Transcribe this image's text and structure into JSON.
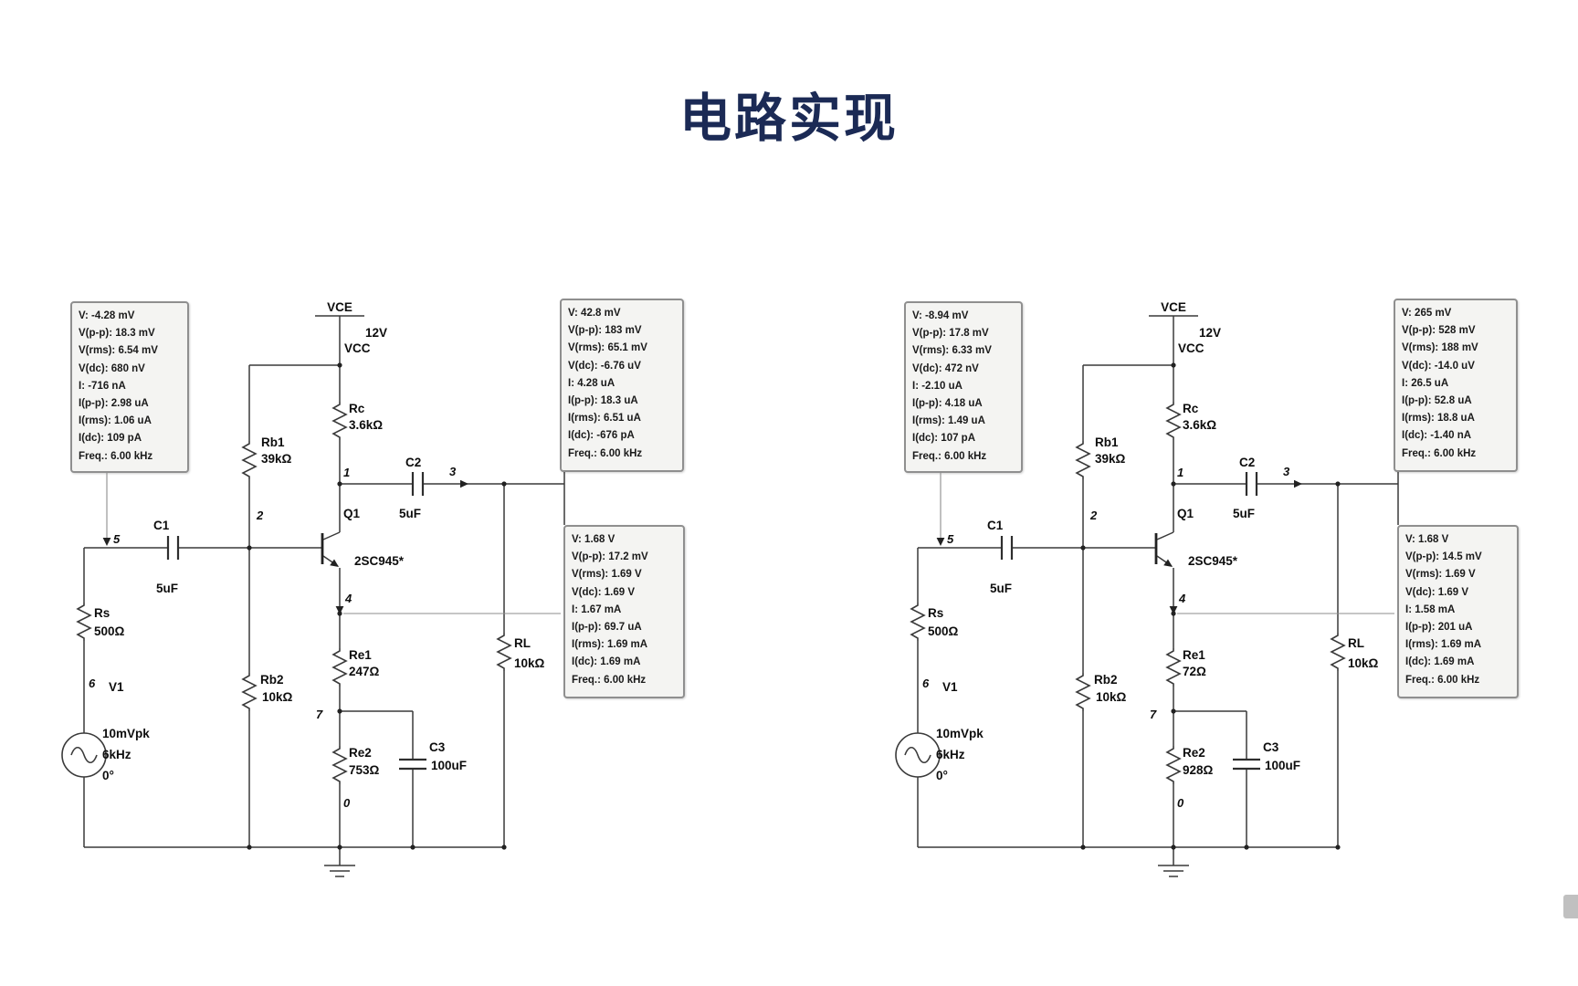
{
  "title": {
    "text": "电路实现",
    "color": "#1b2a55"
  },
  "circuits": [
    {
      "side": "left",
      "power": {
        "net_label": "VCE",
        "voltage": "12V",
        "name": "VCC"
      },
      "transistor": {
        "ref": "Q1",
        "model": "2SC945*"
      },
      "source": {
        "ref": "V1",
        "amplitude": "10mVpk",
        "frequency": "6kHz",
        "phase": "0°"
      },
      "resistors": {
        "rc": {
          "ref": "Rc",
          "value": "3.6kΩ"
        },
        "rb1": {
          "ref": "Rb1",
          "value": "39kΩ"
        },
        "rb2": {
          "ref": "Rb2",
          "value": "10kΩ"
        },
        "re1": {
          "ref": "Re1",
          "value": "247Ω"
        },
        "re2": {
          "ref": "Re2",
          "value": "753Ω"
        },
        "rl": {
          "ref": "RL",
          "value": "10kΩ"
        },
        "rs": {
          "ref": "Rs",
          "value": "500Ω"
        }
      },
      "capacitors": {
        "c1": {
          "ref": "C1",
          "value": "5uF"
        },
        "c2": {
          "ref": "C2",
          "value": "5uF"
        },
        "c3": {
          "ref": "C3",
          "value": "100uF"
        }
      },
      "nodes": {
        "n0": "0",
        "n1": "1",
        "n2": "2",
        "n3": "3",
        "n4": "4",
        "n5": "5",
        "n6": "6",
        "n7": "7"
      },
      "probes": {
        "input": {
          "lines": [
            "V: -4.28 mV",
            "V(p-p): 18.3 mV",
            "V(rms): 6.54 mV",
            "V(dc): 680 nV",
            "I: -716 nA",
            "I(p-p): 2.98 uA",
            "I(rms): 1.06 uA",
            "I(dc): 109 pA",
            "Freq.: 6.00 kHz"
          ]
        },
        "output": {
          "lines": [
            "V: 42.8 mV",
            "V(p-p): 183 mV",
            "V(rms): 65.1 mV",
            "V(dc): -6.76 uV",
            "I: 4.28 uA",
            "I(p-p): 18.3 uA",
            "I(rms): 6.51 uA",
            "I(dc): -676 pA",
            "Freq.: 6.00 kHz"
          ]
        },
        "emitter": {
          "lines": [
            "V: 1.68 V",
            "V(p-p): 17.2 mV",
            "V(rms): 1.69 V",
            "V(dc): 1.69 V",
            "I: 1.67 mA",
            "I(p-p): 69.7 uA",
            "I(rms): 1.69 mA",
            "I(dc): 1.69 mA",
            "Freq.: 6.00 kHz"
          ]
        }
      }
    },
    {
      "side": "right",
      "power": {
        "net_label": "VCE",
        "voltage": "12V",
        "name": "VCC"
      },
      "transistor": {
        "ref": "Q1",
        "model": "2SC945*"
      },
      "source": {
        "ref": "V1",
        "amplitude": "10mVpk",
        "frequency": "6kHz",
        "phase": "0°"
      },
      "resistors": {
        "rc": {
          "ref": "Rc",
          "value": "3.6kΩ"
        },
        "rb1": {
          "ref": "Rb1",
          "value": "39kΩ"
        },
        "rb2": {
          "ref": "Rb2",
          "value": "10kΩ"
        },
        "re1": {
          "ref": "Re1",
          "value": "72Ω"
        },
        "re2": {
          "ref": "Re2",
          "value": "928Ω"
        },
        "rl": {
          "ref": "RL",
          "value": "10kΩ"
        },
        "rs": {
          "ref": "Rs",
          "value": "500Ω"
        }
      },
      "capacitors": {
        "c1": {
          "ref": "C1",
          "value": "5uF"
        },
        "c2": {
          "ref": "C2",
          "value": "5uF"
        },
        "c3": {
          "ref": "C3",
          "value": "100uF"
        }
      },
      "nodes": {
        "n0": "0",
        "n1": "1",
        "n2": "2",
        "n3": "3",
        "n4": "4",
        "n5": "5",
        "n6": "6",
        "n7": "7"
      },
      "probes": {
        "input": {
          "lines": [
            "V: -8.94 mV",
            "V(p-p): 17.8 mV",
            "V(rms): 6.33 mV",
            "V(dc): 472 nV",
            "I: -2.10 uA",
            "I(p-p): 4.18 uA",
            "I(rms): 1.49 uA",
            "I(dc): 107 pA",
            "Freq.: 6.00 kHz"
          ]
        },
        "output": {
          "lines": [
            "V: 265 mV",
            "V(p-p): 528 mV",
            "V(rms): 188 mV",
            "V(dc): -14.0 uV",
            "I: 26.5 uA",
            "I(p-p): 52.8 uA",
            "I(rms): 18.8 uA",
            "I(dc): -1.40 nA",
            "Freq.: 6.00 kHz"
          ]
        },
        "emitter": {
          "lines": [
            "V: 1.68 V",
            "V(p-p): 14.5 mV",
            "V(rms): 1.69 V",
            "V(dc): 1.69 V",
            "I: 1.58 mA",
            "I(p-p): 201 uA",
            "I(rms): 1.69 mA",
            "I(dc): 1.69 mA",
            "Freq.: 6.00 kHz"
          ]
        }
      }
    }
  ]
}
